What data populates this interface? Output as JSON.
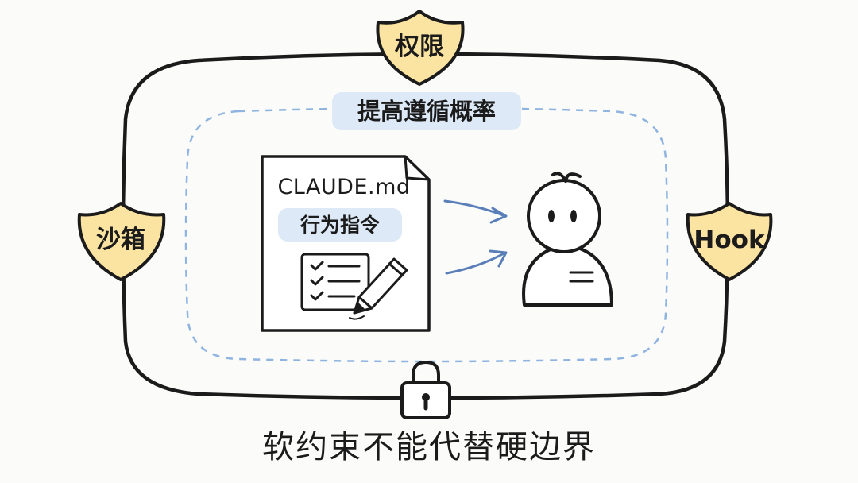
{
  "shields": {
    "top": "权限",
    "left": "沙箱",
    "right": "Hook"
  },
  "inner_pill": "提高遵循概率",
  "document": {
    "title": "CLAUDE.md",
    "label": "行为指令"
  },
  "caption": "软约束不能代替硬边界",
  "icons": [
    "shield-icon",
    "document-icon",
    "checklist-icon",
    "pencil-icon",
    "arrow-icon",
    "agent-figure-icon",
    "lock-icon"
  ],
  "colors": {
    "shield_fill": "#fbe3a1",
    "pill_fill": "#dde9f7",
    "dashed_border": "#8fb4e0",
    "arrow": "#5a7fb8",
    "ink": "#1b1b1b"
  }
}
